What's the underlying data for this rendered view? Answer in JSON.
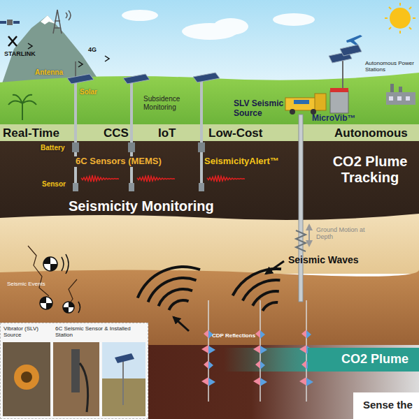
{
  "diagram": {
    "nodes": [
      {
        "text": [
          "Vibrator (SLV) Source",
          "6C Seismic Sensor & Installed Station"
        ]
      },
      {
        "text": [
          "CO2 Plume"
        ]
      },
      {
        "text": [
          "Sense the"
        ]
      }
    ],
    "labels": [
      "STARLINK",
      "4G",
      "Antenna",
      "Solar",
      "Subsidence Monitoring",
      "SLV Seismic Source",
      "MicroVib™",
      "Autonomous Power Stations",
      "Real-Time",
      "CCS",
      "IoT",
      "Low-Cost",
      "Autonomous",
      "Battery",
      "Sensor",
      "6C Sensors (MEMS)",
      "SeismicityAlert™",
      "CO2 Plume Tracking",
      "Seismicity Monitoring",
      "Ground Motion at Depth",
      "Seismic Waves",
      "Seismic Events",
      "CDP Reflections"
    ]
  }
}
